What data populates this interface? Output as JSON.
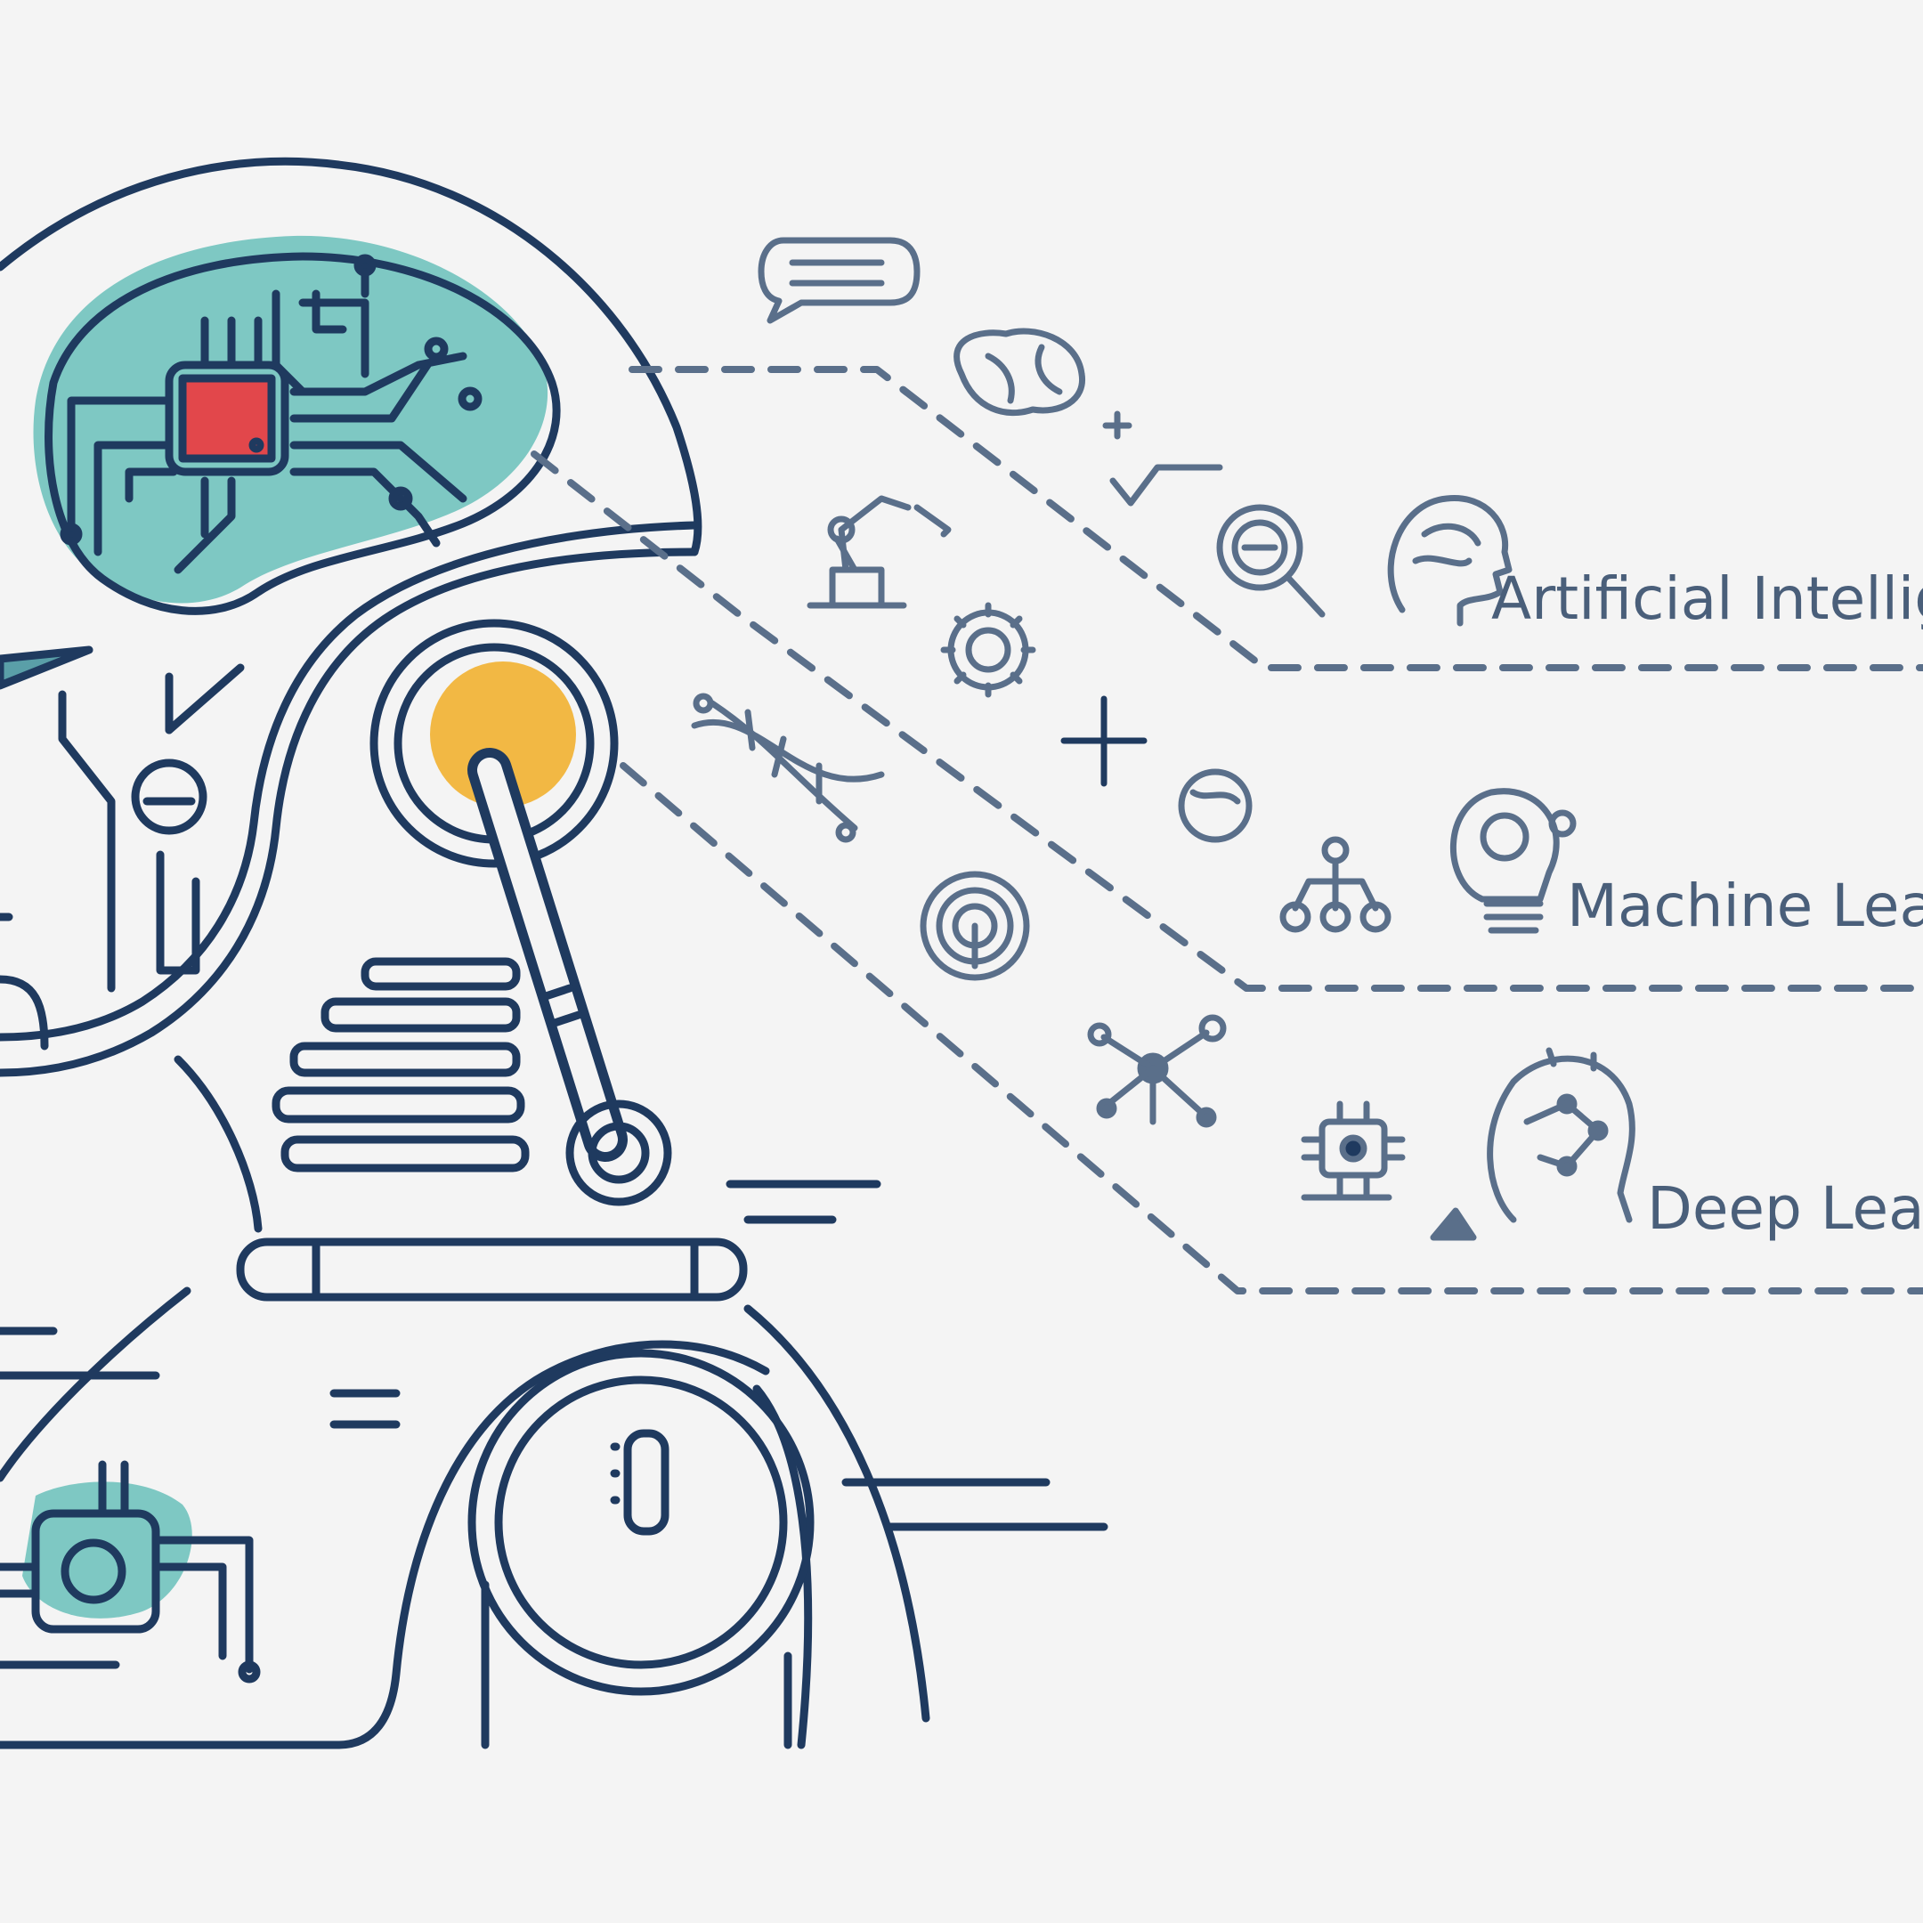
{
  "labels": {
    "ai": "Artificial Intellig",
    "ml": "Machine Lea",
    "dl": "Deep Lea"
  },
  "colors": {
    "background": "#f4f4f4",
    "line": "#1f3a5f",
    "teal": "#7ec8c3",
    "red": "#e2474b",
    "yellow": "#f2b844",
    "text": "#4a5f7a"
  },
  "icons": [
    "robot-head-icon",
    "brain-circuit-icon",
    "cpu-chip-icon",
    "speech-bubble-icon",
    "brain-icon",
    "square-root-icon",
    "magnifier-icon",
    "robot-arm-icon",
    "gear-icon",
    "plus-icon",
    "dna-icon",
    "fingerprint-icon",
    "network-icon",
    "hierarchy-icon",
    "lightbulb-gear-icon",
    "head-brain-icon",
    "processor-icon",
    "head-network-icon"
  ]
}
